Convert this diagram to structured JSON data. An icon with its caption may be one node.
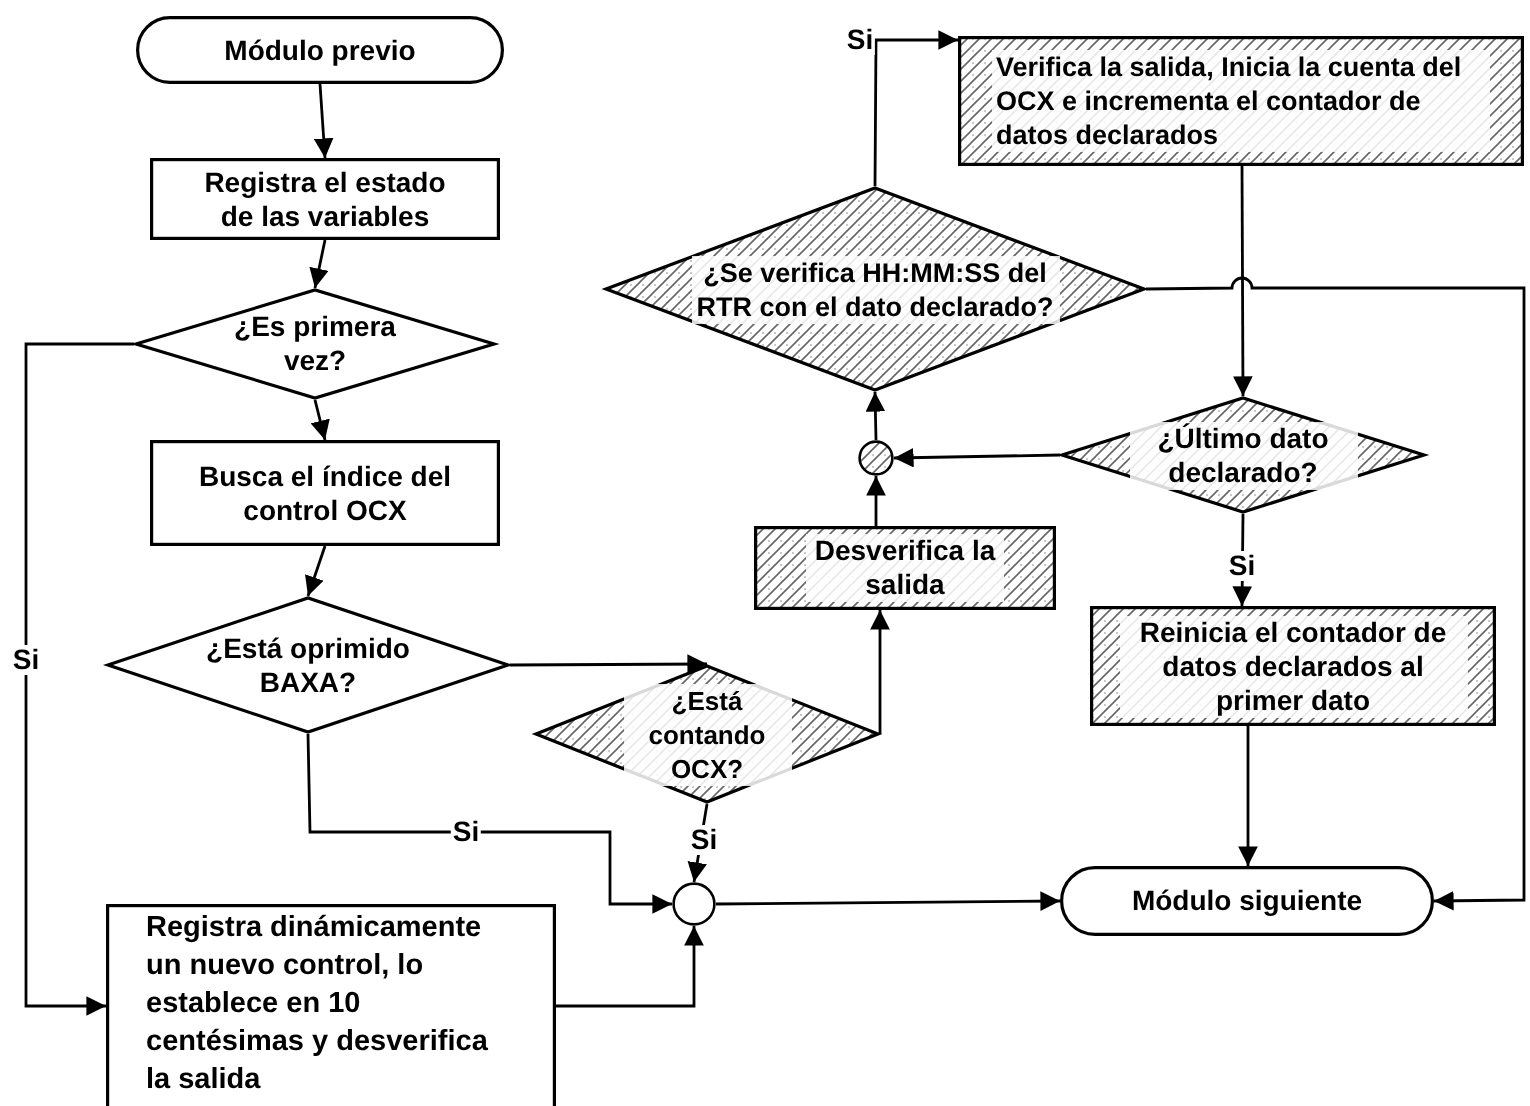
{
  "diagram": {
    "nodes": [
      {
        "text": [
          "Módulo previo"
        ]
      },
      {
        "text": [
          "Registra el estado de las variables"
        ]
      },
      {
        "text": [
          "¿Es primera vez?"
        ]
      },
      {
        "text": [
          "Busca el índice del control OCX"
        ]
      },
      {
        "text": [
          "¿Está oprimido BAXA?"
        ]
      },
      {
        "text": [
          "¿Está contando OCX?"
        ]
      },
      {
        "text": [
          "Desverifica la salida"
        ]
      },
      {
        "text": [
          "¿Se verifica HH:MM:SS del RTR con el dato declarado?"
        ]
      },
      {
        "text": [
          "Verifica la salida, Inicia la cuenta del OCX e incrementa el contador de datos declarados"
        ]
      },
      {
        "text": [
          "¿Último dato declarado?"
        ]
      },
      {
        "text": [
          "Reinicia el contador de datos declarados al primer dato"
        ]
      },
      {
        "text": [
          "Módulo siguiente"
        ]
      },
      {
        "text": [],
        "shape": "circle"
      },
      {
        "text": [],
        "shape": "circle"
      },
      {
        "text": [
          "Registra dinámicamente un nuevo control, lo establece en 10 centésimas y desverifica la salida"
        ]
      }
    ],
    "edges": [
      {
        "from": 0,
        "to": 1,
        "arrow": "to"
      },
      {
        "from": 1,
        "to": 2,
        "arrow": "to"
      },
      {
        "from": 2,
        "to": 3,
        "arrow": "to"
      },
      {
        "from": 2,
        "to": 14,
        "arrow": "to",
        "label": "Si"
      },
      {
        "from": 3,
        "to": 4,
        "arrow": "to"
      },
      {
        "from": 4,
        "to": 5,
        "arrow": "to"
      },
      {
        "from": 4,
        "to": 12,
        "arrow": "to",
        "label": "Si"
      },
      {
        "from": 5,
        "to": 12,
        "arrow": "to",
        "label": "Si"
      },
      {
        "from": 14,
        "to": 12,
        "arrow": "to"
      },
      {
        "from": 5,
        "to": 6,
        "arrow": "to"
      },
      {
        "from": 6,
        "to": 13,
        "arrow": "to"
      },
      {
        "from": 13,
        "to": 7,
        "arrow": "to"
      },
      {
        "from": 7,
        "to": 8,
        "arrow": "to",
        "label": "Si"
      },
      {
        "from": 7,
        "to": 11,
        "arrow": "to"
      },
      {
        "from": 8,
        "to": 9,
        "arrow": "to"
      },
      {
        "from": 9,
        "to": 13,
        "arrow": "to"
      },
      {
        "from": 9,
        "to": 10,
        "arrow": "to",
        "label": "Si"
      },
      {
        "from": 10,
        "to": 11,
        "arrow": "to"
      },
      {
        "from": 12,
        "to": 11,
        "arrow": "to"
      }
    ]
  }
}
